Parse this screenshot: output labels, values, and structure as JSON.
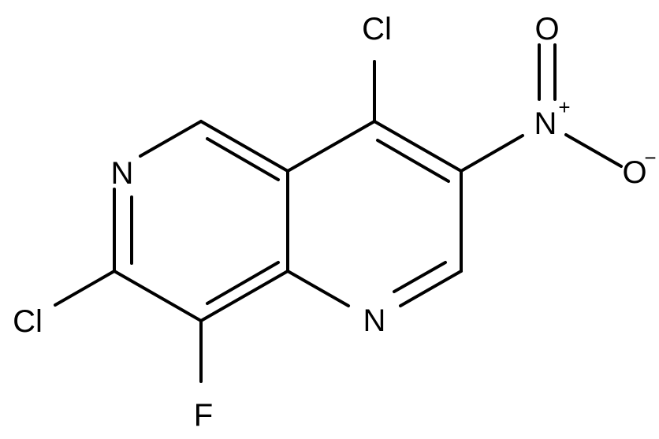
{
  "molecule": {
    "atoms": {
      "n_ring_left": "N",
      "n_ring_right": "N",
      "cl_top": "Cl",
      "cl_bottom_left": "Cl",
      "f": "F",
      "n_nitro": "N",
      "n_nitro_charge": "+",
      "o_top": "O",
      "o_right": "O",
      "o_right_charge": "−"
    },
    "colors": {
      "bond": "#000000",
      "label": "#000000",
      "background": "#ffffff"
    }
  }
}
